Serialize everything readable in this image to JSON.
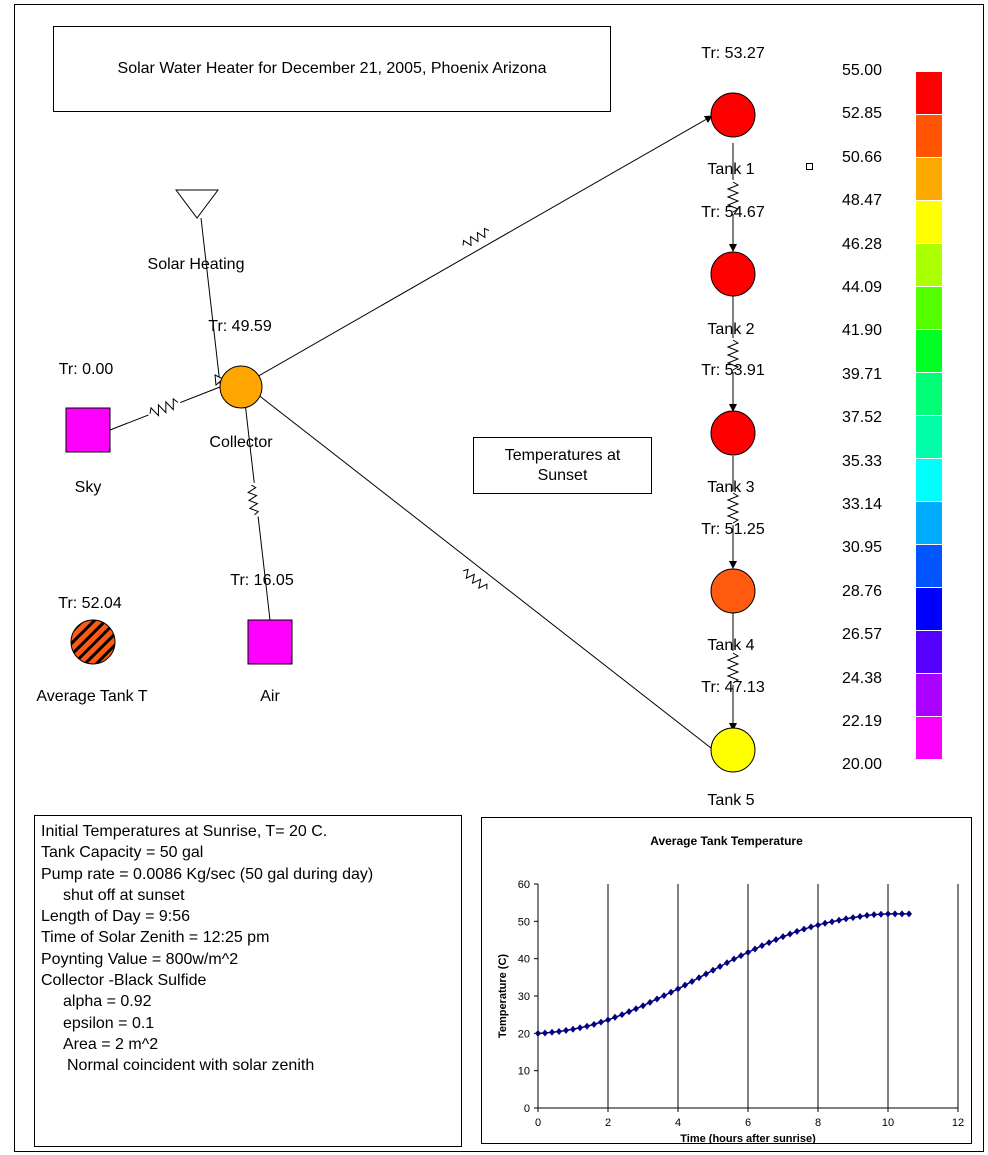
{
  "title": "Solar Water Heater for  December 21, 2005, Phoenix Arizona",
  "sunset_note": "Temperatures at\nSunset",
  "nodes": {
    "tank1": {
      "name": "Tank 1",
      "tr": "Tr: 53.27",
      "color": "#FF0000"
    },
    "tank2": {
      "name": "Tank 2",
      "tr": "Tr: 54.67",
      "color": "#FF0000"
    },
    "tank3": {
      "name": "Tank 3",
      "tr": "Tr: 53.91",
      "color": "#FF0000"
    },
    "tank4": {
      "name": "Tank 4",
      "tr": "Tr: 51.25",
      "color": "#FF5A0F"
    },
    "tank5": {
      "name": "Tank 5",
      "tr": "Tr: 47.13",
      "color": "#FFFF00"
    },
    "collector": {
      "name": "Collector",
      "tr": "Tr: 49.59",
      "color": "#FFA500"
    },
    "sky": {
      "name": "Sky",
      "tr": "Tr: 0.00",
      "color": "#FF00FF"
    },
    "air": {
      "name": "Air",
      "tr": "Tr: 16.05",
      "color": "#FF00FF"
    },
    "avg": {
      "name": "Average Tank T",
      "tr": "Tr: 52.04",
      "color": "#FF5A0F"
    },
    "solar": {
      "name": "Solar Heating"
    }
  },
  "legend": {
    "ticks": [
      "55.00",
      "52.85",
      "50.66",
      "48.47",
      "46.28",
      "44.09",
      "41.90",
      "39.71",
      "37.52",
      "35.33",
      "33.14",
      "30.95",
      "28.76",
      "26.57",
      "24.38",
      "22.19",
      "20.00"
    ],
    "colors": [
      "#FF0000",
      "#FF5500",
      "#FFAA00",
      "#FFFF00",
      "#AAFF00",
      "#55FF00",
      "#00FF22",
      "#00FF77",
      "#00FFAA",
      "#00FFFF",
      "#00AAFF",
      "#0055FF",
      "#0000FF",
      "#5500FF",
      "#AA00FF",
      "#FF00FF"
    ]
  },
  "info": [
    "Initial Temperatures at Sunrise, T= 20 C.",
    "Tank Capacity = 50 gal",
    "Pump rate = 0.0086 Kg/sec (50 gal during day)",
    "shut off at sunset",
    "Length of Day = 9:56",
    "Time of Solar Zenith = 12:25 pm",
    "Poynting Value  = 800w/m^2",
    "Collector -Black Sulfide",
    "alpha = 0.92",
    "epsilon = 0.1",
    "Area = 2 m^2",
    "Normal coincident with solar zenith"
  ],
  "chart_data": {
    "type": "line",
    "title": "Average Tank Temperature",
    "xlabel": "Time (hours after sunrise)",
    "ylabel": "Temperature (C)",
    "xlim": [
      0,
      12
    ],
    "ylim": [
      0,
      60
    ],
    "xticks": [
      "0",
      "2",
      "4",
      "6",
      "8",
      "10",
      "12"
    ],
    "yticks": [
      "0",
      "10",
      "20",
      "30",
      "40",
      "50",
      "60"
    ],
    "grid": "vertical",
    "marker": "diamond",
    "color": "#000080",
    "x": [
      0,
      0.2,
      0.4,
      0.6,
      0.8,
      1.0,
      1.2,
      1.4,
      1.6,
      1.8,
      2.0,
      2.2,
      2.4,
      2.6,
      2.8,
      3.0,
      3.2,
      3.4,
      3.6,
      3.8,
      4.0,
      4.2,
      4.4,
      4.6,
      4.8,
      5.0,
      5.2,
      5.4,
      5.6,
      5.8,
      6.0,
      6.2,
      6.4,
      6.6,
      6.8,
      7.0,
      7.2,
      7.4,
      7.6,
      7.8,
      8.0,
      8.2,
      8.4,
      8.6,
      8.8,
      9.0,
      9.2,
      9.4,
      9.6,
      9.8,
      10.0,
      10.2,
      10.4,
      10.6
    ],
    "y": [
      20.0,
      20.1,
      20.3,
      20.5,
      20.8,
      21.1,
      21.5,
      21.9,
      22.4,
      23.0,
      23.6,
      24.3,
      25.0,
      25.8,
      26.6,
      27.4,
      28.3,
      29.2,
      30.1,
      31.0,
      31.9,
      32.9,
      33.9,
      34.9,
      35.9,
      36.9,
      37.9,
      38.9,
      39.9,
      40.8,
      41.7,
      42.6,
      43.5,
      44.3,
      45.1,
      45.9,
      46.6,
      47.3,
      47.9,
      48.5,
      49.0,
      49.5,
      49.9,
      50.3,
      50.7,
      51.0,
      51.3,
      51.6,
      51.8,
      51.9,
      52.0,
      52.0,
      52.0,
      52.0
    ]
  }
}
